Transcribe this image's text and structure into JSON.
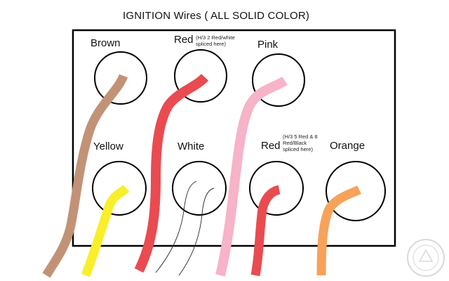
{
  "title": "IGNITION Wires ( ALL SOLID COLOR)",
  "terminals": [
    {
      "label": "Brown",
      "note": [],
      "wire_color": "#c29277"
    },
    {
      "label": "Red",
      "note": [
        "(H/3 2 Red/white",
        "spliced here)"
      ],
      "wire_color": "#e94b50"
    },
    {
      "label": "Pink",
      "note": [],
      "wire_color": "#f7b3c8"
    },
    {
      "label": "Yellow",
      "note": [],
      "wire_color": "#f8ef2a"
    },
    {
      "label": "White",
      "note": [],
      "wire_color": "#222222"
    },
    {
      "label": "Red",
      "note": [
        "(H/3 5 Red & 8",
        "Red/Black",
        "spliced here)"
      ],
      "wire_color": "#e94b50"
    },
    {
      "label": "Orange",
      "note": [],
      "wire_color": "#f7a25a"
    }
  ],
  "watermark": "the12volt.com"
}
